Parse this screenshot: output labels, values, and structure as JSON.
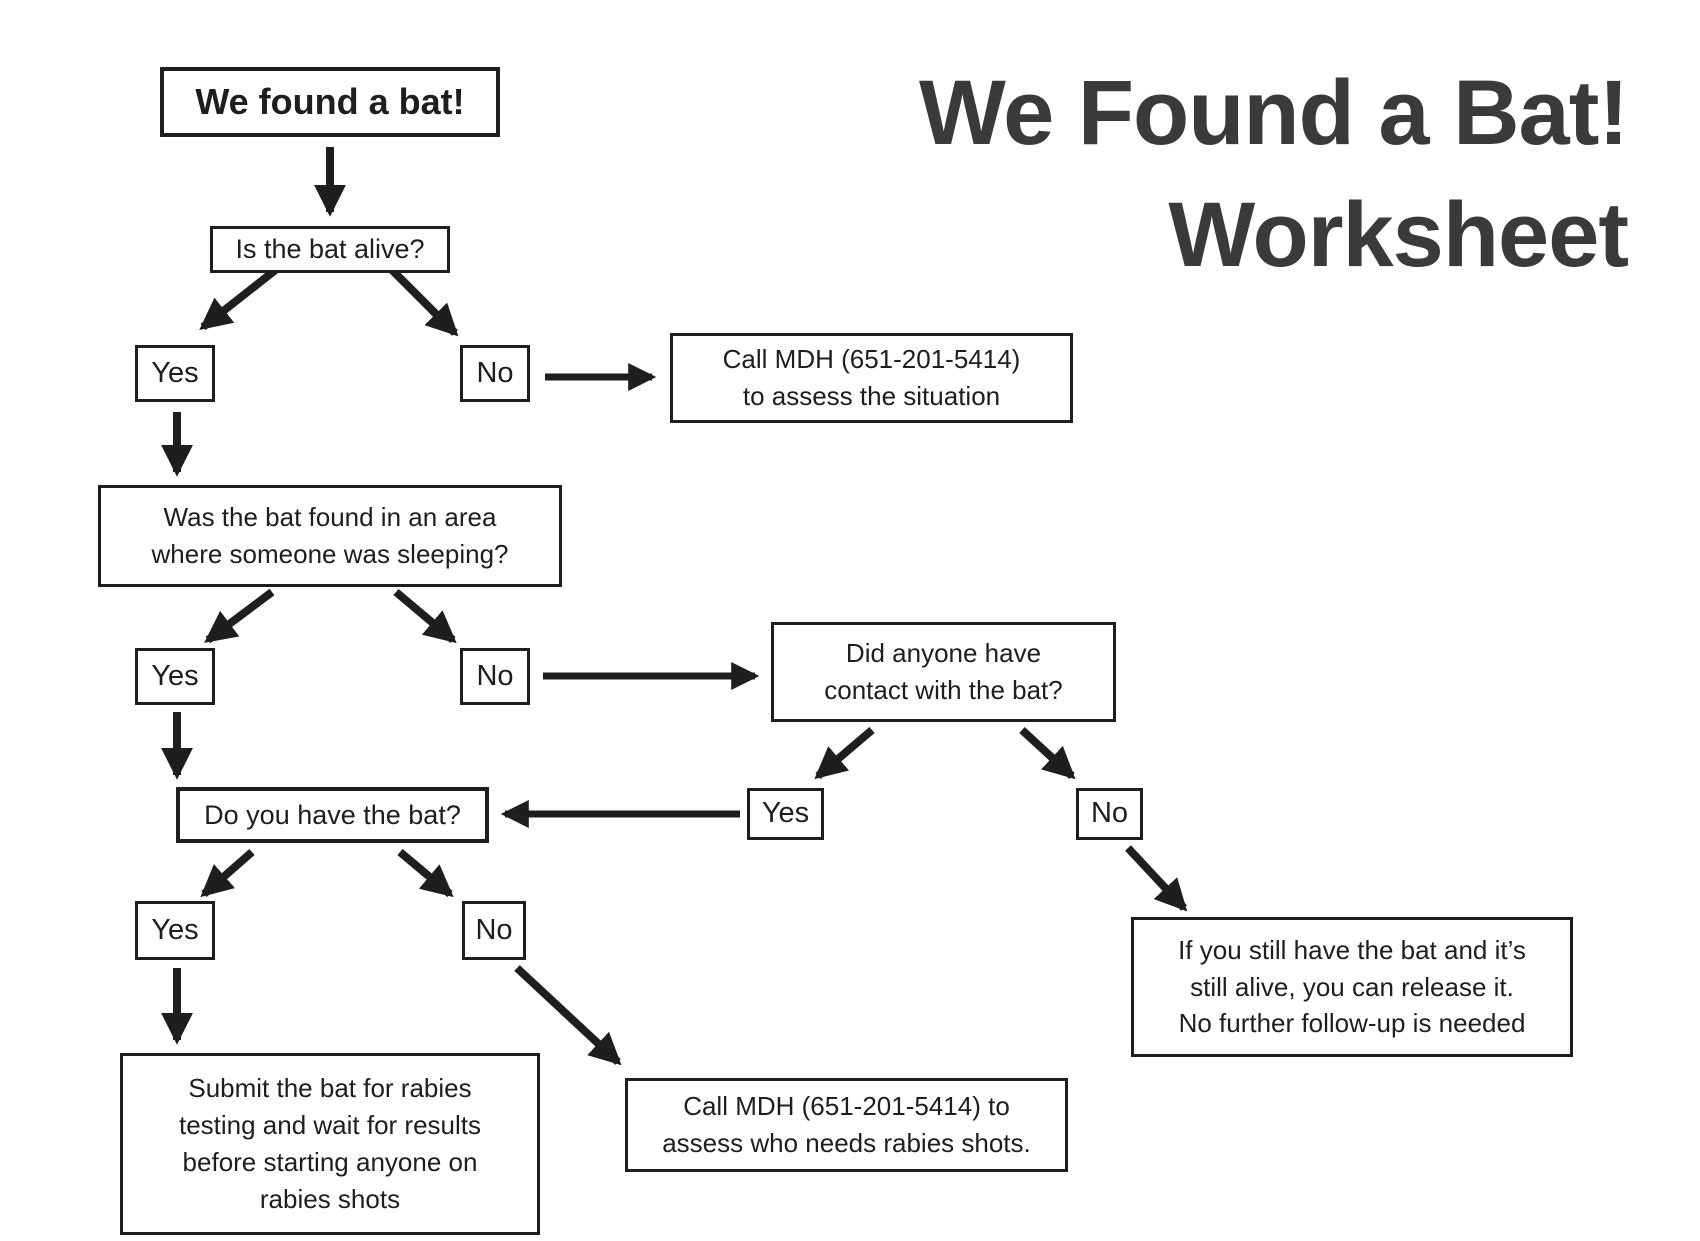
{
  "title": {
    "line1": "We Found a Bat!",
    "line2": "Worksheet"
  },
  "colors": {
    "ink": "#1e1e1e",
    "title_ink": "#3a3a3a",
    "background": "#ffffff"
  },
  "nodes": {
    "start": {
      "label": "We found a bat!"
    },
    "q_alive": {
      "label": "Is the bat alive?"
    },
    "alive_yes": {
      "label": "Yes"
    },
    "alive_no": {
      "label": "No"
    },
    "call_assess": {
      "label": "Call MDH (651-201-5414)\nto assess the situation"
    },
    "q_sleeping": {
      "label": "Was the bat found in an area\nwhere someone was sleeping?"
    },
    "sleeping_yes": {
      "label": "Yes"
    },
    "sleeping_no": {
      "label": "No"
    },
    "q_contact": {
      "label": "Did anyone have\ncontact with the bat?"
    },
    "contact_yes": {
      "label": "Yes"
    },
    "contact_no": {
      "label": "No"
    },
    "q_have_bat": {
      "label": "Do you have the bat?"
    },
    "have_yes": {
      "label": "Yes"
    },
    "have_no": {
      "label": "No"
    },
    "submit": {
      "label": "Submit the bat for rabies\ntesting and wait for results\nbefore starting anyone on\nrabies shots"
    },
    "call_shots": {
      "label": "Call MDH (651-201-5414) to\nassess who needs rabies shots."
    },
    "release": {
      "label": "If you still have the bat and it’s\nstill alive, you can release it.\nNo further follow-up is needed"
    }
  }
}
